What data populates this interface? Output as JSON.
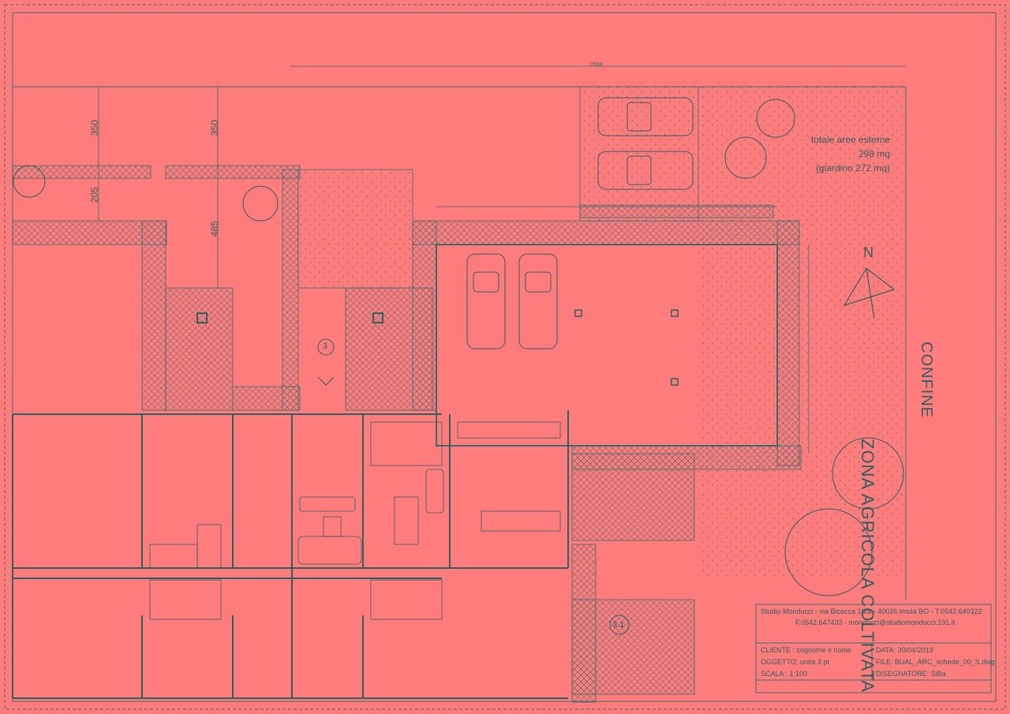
{
  "dimensions": {
    "d_2559": "2559",
    "d_350a": "350",
    "d_350b": "350",
    "d_205": "205",
    "d_485": "485"
  },
  "areas": {
    "line1": "totale aree esterne",
    "line2": "298 mq",
    "line3": "(giardino 272 mq)"
  },
  "north_label": "N",
  "boundary_label": "CONFINE",
  "zone_label": "ZONA AGRICOLA COLTIVATA",
  "section_markers": [
    "3",
    "3.1"
  ],
  "title_block": {
    "studio_line1": "Studio Monducci - via Bicocca 16/a - 40026 Imola BO - T.0542.640322",
    "studio_line2": "F.0542.647433 - monducci@studiomonducci.191.it",
    "cliente": "CLIENTE :  cognome e nome",
    "oggetto": "OGGETTO:  unita 3 pt",
    "scala": "SCALA  :  1:100",
    "data": "DATA: 30/04/2019",
    "file": "FILE:  BUAL_ARC_schede_00_S.dwg",
    "disegnatore": "DISEGNATORE: SiBa"
  },
  "colors": {
    "background": "#ff7c7c",
    "linework": "#2f5f62"
  }
}
